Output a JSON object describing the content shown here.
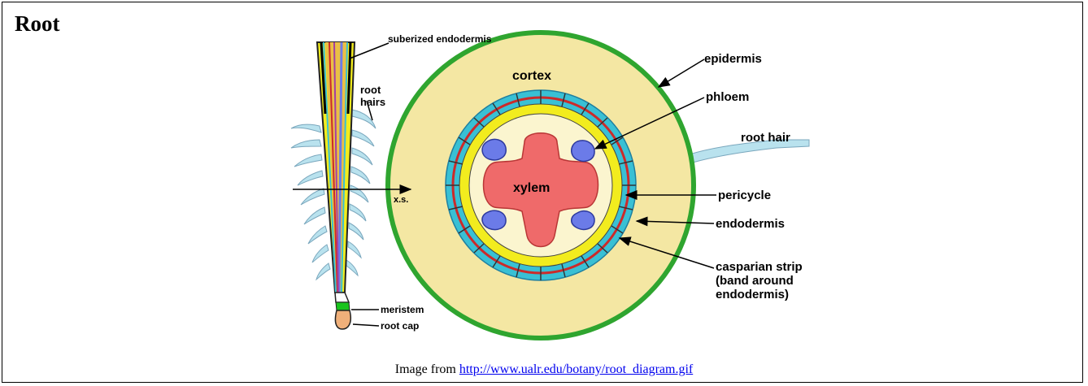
{
  "title": "Root",
  "caption": {
    "prefix": "Image from ",
    "link": "http://www.ualr.edu/botany/root_diagram.gif"
  },
  "labels": {
    "suberized_endodermis": "suberized endodermis",
    "root_hairs_1": "root",
    "root_hairs_2": "hairs",
    "xs": "x.s.",
    "meristem": "meristem",
    "root_cap": "root cap",
    "cortex": "cortex",
    "xylem": "xylem",
    "epidermis": "epidermis",
    "phloem": "phloem",
    "root_hair": "root hair",
    "pericycle": "pericycle",
    "endodermis": "endodermis",
    "casparian_1": "casparian strip",
    "casparian_2": "(band around",
    "casparian_3": "endodermis)"
  },
  "colors": {
    "epidermis": "#2fa52f",
    "cortex": "#f4e7a3",
    "endodermis_ring": "#39c0d4",
    "casparian": "#cc2a2a",
    "pericycle_ring": "#f2ec1e",
    "stele": "#fbf5cf",
    "xylem": "#ef6a6a",
    "phloem": "#6b7be8",
    "meristem": "#19c41d",
    "root_cap": "#f0b07a"
  }
}
